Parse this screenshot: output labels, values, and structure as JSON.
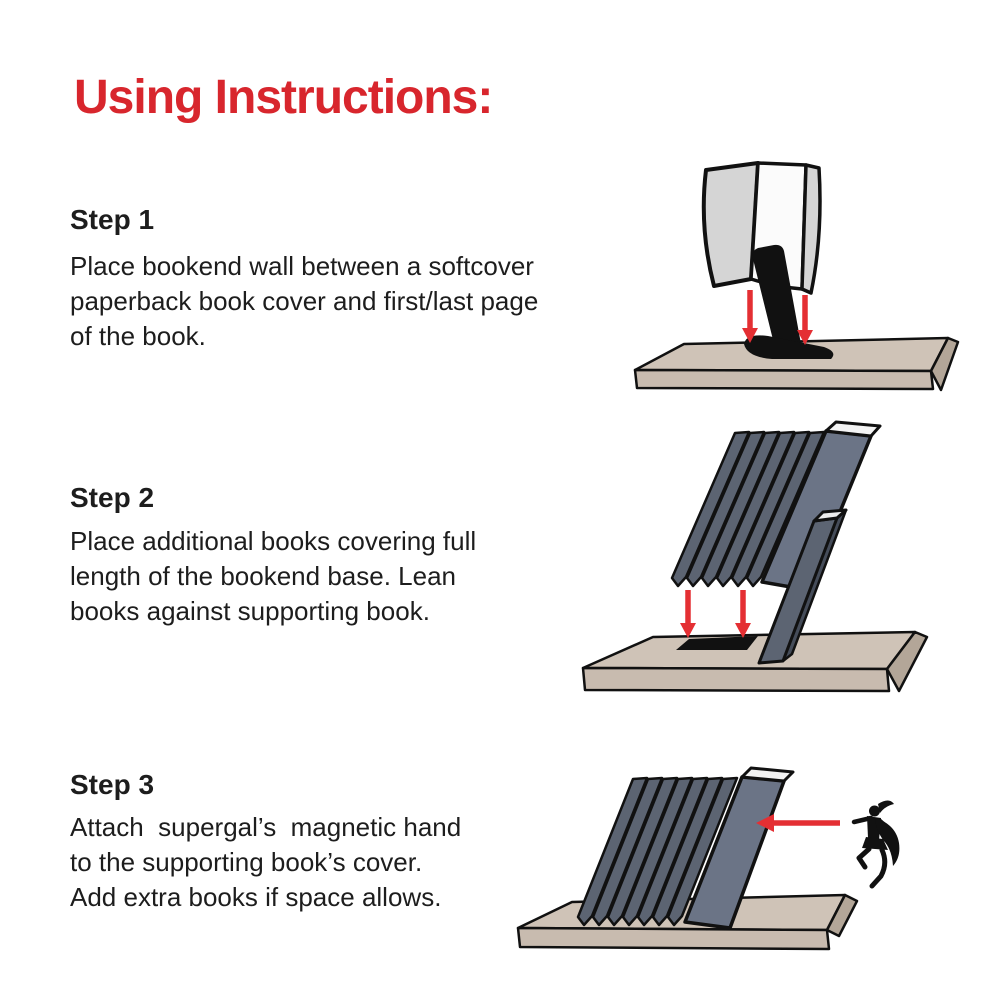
{
  "title": {
    "text": "Using Instructions:"
  },
  "colors": {
    "title-red": "#d8262d",
    "arrow-red": "#e42f33",
    "text-dark": "#1d1d1d",
    "ink-black": "#111111",
    "book-slate": "#5c6472",
    "book-slate-light": "#6b7486",
    "book-slate-dark": "#454c59",
    "shelf-top": "#cfc3b7",
    "shelf-front": "#c8bbaf",
    "shelf-side": "#b3a698",
    "cover-gray": "#d5d5d5",
    "pages-white": "#fbfbfb"
  },
  "steps": [
    {
      "heading": "Step 1",
      "body_lines": [
        "Place bookend wall between a softcover",
        "paperback book cover and first/last page",
        "of the book."
      ],
      "illustration_alt": "Open softcover book lowered onto a black bookend wall standing on a shelf, two red arrows pointing down"
    },
    {
      "heading": "Step 2",
      "body_lines": [
        "Place additional books covering full",
        "length of the bookend base. Lean",
        "books against supporting book."
      ],
      "illustration_alt": "Row of leaning books above the bookend base on a shelf with a supporting book, two red arrows pointing down"
    },
    {
      "heading": "Step 3",
      "body_lines": [
        "Attach  supergal’s  magnetic hand",
        "to the supporting book’s cover.",
        "Add extra books if space allows."
      ],
      "illustration_alt": "Supergal silhouette flying toward the leaning books on a shelf, red arrow pointing left at the supporting book cover"
    }
  ]
}
